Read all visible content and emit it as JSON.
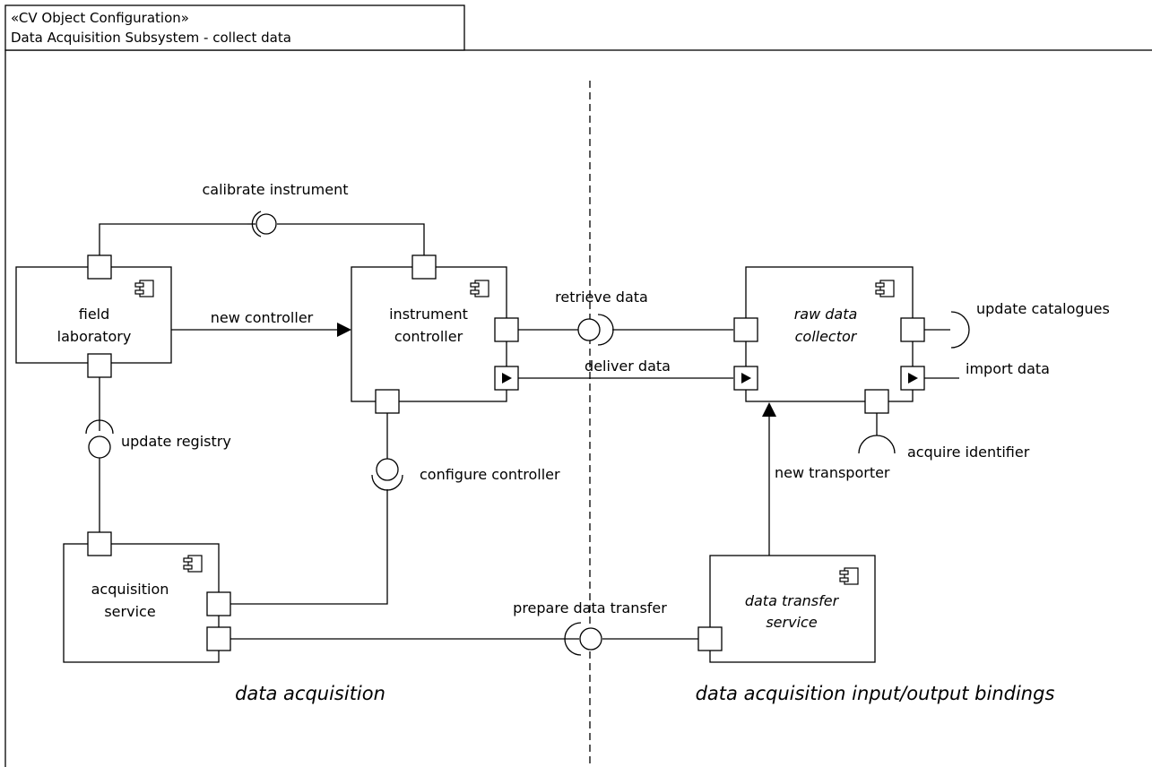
{
  "header": {
    "stereotype": "«CV Object Configuration»",
    "title": "Data Acquisition Subsystem - collect data"
  },
  "components": {
    "field_laboratory": [
      "field",
      "laboratory"
    ],
    "instrument_controller": [
      "instrument",
      "controller"
    ],
    "acquisition_service": [
      "acquisition",
      "service"
    ],
    "raw_data_collector": [
      "raw data",
      "collector"
    ],
    "data_transfer_service": [
      "data transfer",
      "service"
    ]
  },
  "interfaces": {
    "calibrate_instrument": "calibrate instrument",
    "update_registry": "update registry",
    "configure_controller": "configure controller",
    "retrieve_data": "retrieve data",
    "prepare_data_transfer": "prepare data transfer",
    "update_catalogues": "update catalogues",
    "acquire_identifier": "acquire identifier"
  },
  "connectors": {
    "new_controller": "new controller",
    "deliver_data": "deliver data",
    "import_data": "import data",
    "new_transporter": "new transporter"
  },
  "regions": {
    "left": "data acquisition",
    "right": "data acquisition input/output bindings"
  }
}
